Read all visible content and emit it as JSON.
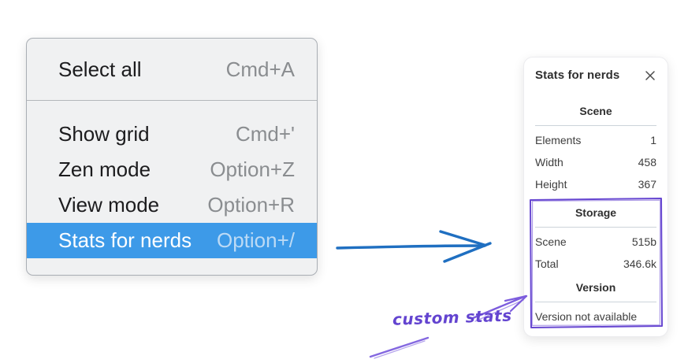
{
  "menu": {
    "sections": [
      {
        "items": [
          {
            "label": "Select all",
            "shortcut": "Cmd+A",
            "highlighted": false
          }
        ]
      },
      {
        "items": [
          {
            "label": "Show grid",
            "shortcut": "Cmd+'",
            "highlighted": false
          },
          {
            "label": "Zen mode",
            "shortcut": "Option+Z",
            "highlighted": false
          },
          {
            "label": "View mode",
            "shortcut": "Option+R",
            "highlighted": false
          },
          {
            "label": "Stats for nerds",
            "shortcut": "Option+/",
            "highlighted": true
          }
        ]
      }
    ]
  },
  "stats_panel": {
    "title": "Stats for nerds",
    "close_icon": "close-icon",
    "sections": [
      {
        "header": "Scene",
        "rows": [
          {
            "label": "Elements",
            "value": "1"
          },
          {
            "label": "Width",
            "value": "458"
          },
          {
            "label": "Height",
            "value": "367"
          }
        ]
      },
      {
        "header": "Storage",
        "rows": [
          {
            "label": "Scene",
            "value": "515b"
          },
          {
            "label": "Total",
            "value": "346.6k"
          }
        ]
      },
      {
        "header": "Version",
        "rows": [],
        "note": "Version not available"
      }
    ]
  },
  "annotation": {
    "label": "custom stats"
  },
  "colors": {
    "menu_highlight": "#3d9ae8",
    "menu_background": "#f0f1f2",
    "arrow_blue": "#1f6fc1",
    "annotation_purple": "#6747d1",
    "panel_text": "#3a3a3a"
  }
}
